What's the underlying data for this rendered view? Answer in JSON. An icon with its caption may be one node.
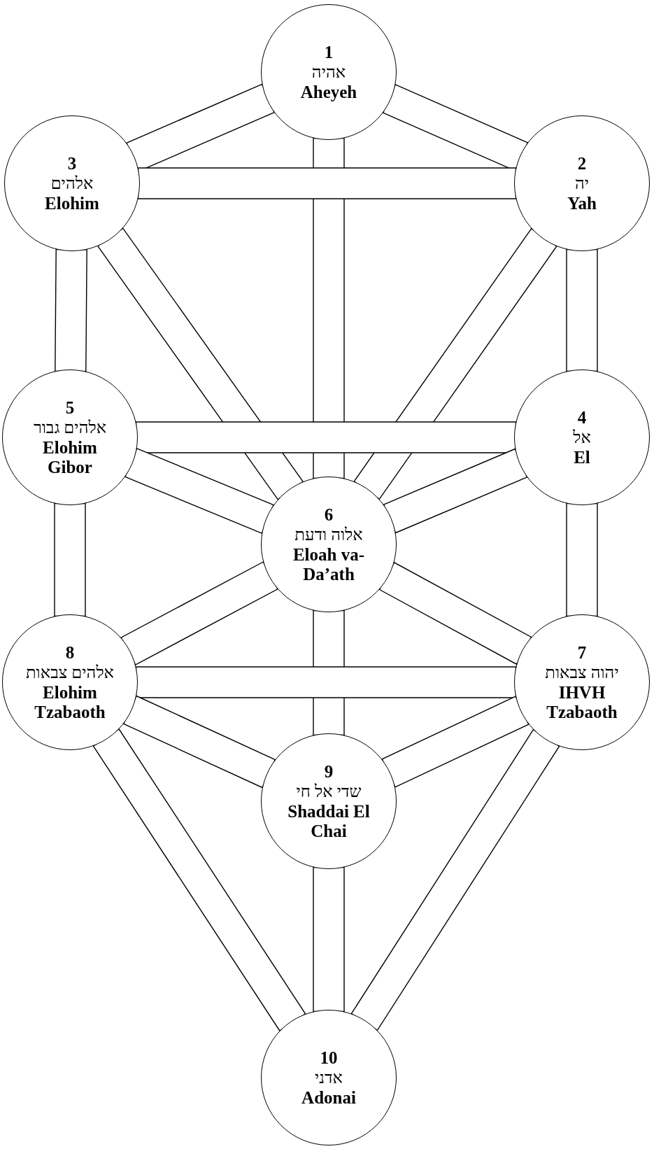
{
  "diagram": {
    "nodes": [
      {
        "text": [
          "1",
          "אהיה",
          "Aheyeh"
        ]
      },
      {
        "text": [
          "3",
          "אלהים",
          "Elohim"
        ]
      },
      {
        "text": [
          "2",
          "יה",
          "Yah"
        ]
      },
      {
        "text": [
          "5",
          "אלהים גבור",
          "Elohim Gibor"
        ]
      },
      {
        "text": [
          "4",
          "אל",
          "El"
        ]
      },
      {
        "text": [
          "6",
          "אלוה ודעת",
          "Eloah va-Da’ath"
        ]
      },
      {
        "text": [
          "8",
          "אלהים צבאות",
          "Elohim Tzabaoth"
        ]
      },
      {
        "text": [
          "7",
          "יהוה צבאות",
          "IHVH Tzabaoth"
        ]
      },
      {
        "text": [
          "9",
          "שדי אל חי",
          "Shaddai El Chai"
        ]
      },
      {
        "text": [
          "10",
          "אדני",
          "Adonai"
        ]
      }
    ],
    "edges": [
      {
        "from": 0,
        "to": 1,
        "arrow": "none"
      },
      {
        "from": 0,
        "to": 2,
        "arrow": "none"
      },
      {
        "from": 0,
        "to": 5,
        "arrow": "none"
      },
      {
        "from": 1,
        "to": 2,
        "arrow": "none"
      },
      {
        "from": 1,
        "to": 3,
        "arrow": "none"
      },
      {
        "from": 1,
        "to": 5,
        "arrow": "none"
      },
      {
        "from": 2,
        "to": 4,
        "arrow": "none"
      },
      {
        "from": 2,
        "to": 5,
        "arrow": "none"
      },
      {
        "from": 3,
        "to": 4,
        "arrow": "none"
      },
      {
        "from": 3,
        "to": 5,
        "arrow": "none"
      },
      {
        "from": 4,
        "to": 5,
        "arrow": "none"
      },
      {
        "from": 3,
        "to": 6,
        "arrow": "none"
      },
      {
        "from": 4,
        "to": 7,
        "arrow": "none"
      },
      {
        "from": 5,
        "to": 6,
        "arrow": "none"
      },
      {
        "from": 5,
        "to": 7,
        "arrow": "none"
      },
      {
        "from": 5,
        "to": 8,
        "arrow": "none"
      },
      {
        "from": 6,
        "to": 7,
        "arrow": "none"
      },
      {
        "from": 6,
        "to": 8,
        "arrow": "none"
      },
      {
        "from": 7,
        "to": 8,
        "arrow": "none"
      },
      {
        "from": 6,
        "to": 9,
        "arrow": "none"
      },
      {
        "from": 8,
        "to": 9,
        "arrow": "none"
      },
      {
        "from": 7,
        "to": 9,
        "arrow": "none"
      }
    ]
  }
}
